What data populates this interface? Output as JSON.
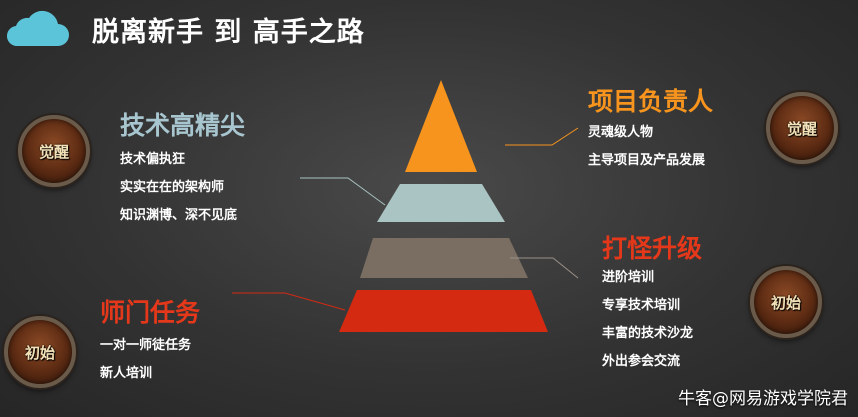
{
  "header": {
    "title": "脱离新手 到 高手之路",
    "icon": "cloud-icon",
    "icon_color": "#5cc4d8"
  },
  "left_top": {
    "heading": "技术高精尖",
    "heading_color": "#a7c6cf",
    "items": [
      "技术偏执狂",
      "实实在在的架构师",
      "知识渊博、深不见底"
    ],
    "badge": "觉醒"
  },
  "left_bottom": {
    "heading": "师门任务",
    "heading_color": "#e5381a",
    "items": [
      "一对一师徒任务",
      "新人培训"
    ],
    "badge": "初始"
  },
  "right_top": {
    "heading": "项目负责人",
    "heading_color": "#f7941d",
    "items": [
      "灵魂级人物",
      "主导项目及产品发展"
    ],
    "badge": "觉醒"
  },
  "right_bottom": {
    "heading": "打怪升级",
    "heading_color": "#e5381a",
    "items": [
      "进阶培训",
      "专享技术培训",
      "丰富的技术沙龙",
      "外出参会交流"
    ],
    "badge": "初始"
  },
  "pyramid": {
    "layer_colors": [
      "#f7941d",
      "#a9c4c2",
      "#7a6e62",
      "#d42a12"
    ]
  },
  "watermark": "牛客@网易游戏学院君"
}
